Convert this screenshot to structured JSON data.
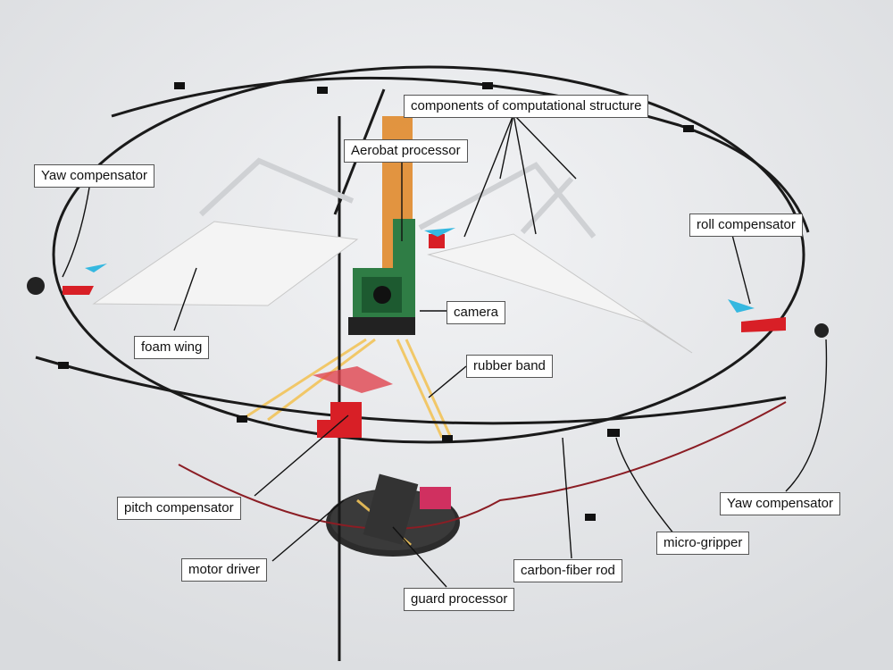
{
  "labels": {
    "components": "components of computational structure",
    "aerobat_processor": "Aerobat processor",
    "yaw_left": "Yaw compensator",
    "roll": "roll compensator",
    "camera": "camera",
    "foam_wing": "foam wing",
    "rubber_band": "rubber band",
    "pitch": "pitch compensator",
    "yaw_right": "Yaw compensator",
    "micro_gripper": "micro-gripper",
    "motor_driver": "motor driver",
    "carbon_rod": "carbon-fiber rod",
    "guard_processor": "guard processor"
  },
  "colors": {
    "background": "#e7e9ec",
    "carbon_rod": "#1a1a1a",
    "foam": "#f4f4f4",
    "motor_mount": "#d81f26",
    "propeller_blue": "#35b8e0",
    "rubber_band": "#f2c45a",
    "pcb_green": "#2f7d45",
    "flex_cable": "#e08a2c"
  }
}
